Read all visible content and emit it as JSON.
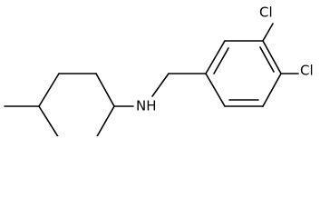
{
  "molecule": {
    "atoms": {
      "nitrogen": "NH",
      "chlorine_top": "Cl",
      "chlorine_right": "Cl"
    }
  }
}
